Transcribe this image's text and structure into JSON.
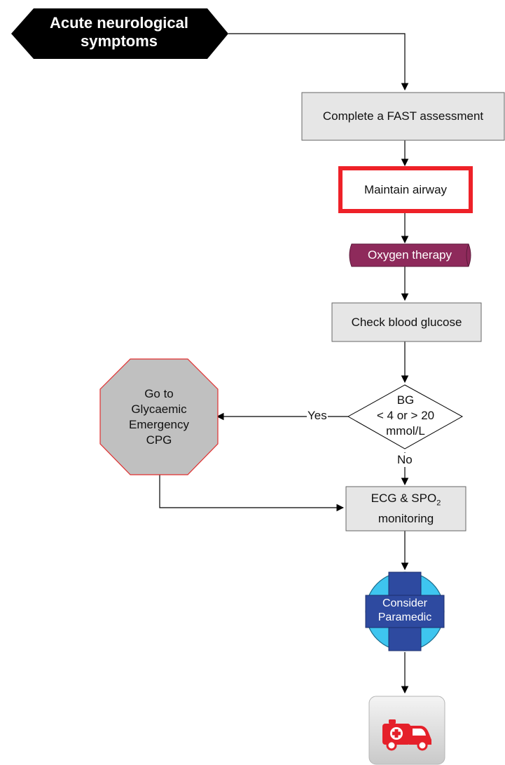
{
  "start": {
    "line1": "Acute neurological",
    "line2": "symptoms"
  },
  "steps": {
    "fast": "Complete a FAST assessment",
    "airway": "Maintain airway",
    "oxygen": "Oxygen therapy",
    "glucose": "Check blood glucose",
    "ecg_prefix": "ECG & SPO",
    "ecg_sub": "2",
    "ecg_line2": "monitoring"
  },
  "decision": {
    "line1": "BG",
    "line2": "< 4 or > 20",
    "line3": "mmol/L"
  },
  "edges": {
    "yes": "Yes",
    "no": "No"
  },
  "glycaemic": {
    "line1": "Go to",
    "line2": "Glycaemic",
    "line3": "Emergency",
    "line4": "CPG"
  },
  "paramedic": {
    "line1": "Consider",
    "line2": "Paramedic"
  },
  "icons": {
    "end": "ambulance-icon"
  },
  "colors": {
    "start_fill": "#000000",
    "box_fill": "#e6e6e6",
    "airway_border": "#ee2128",
    "oxygen_fill": "#8e2a5b",
    "octagon_fill": "#c0c0c0",
    "octagon_border": "#e02d2d",
    "paramedic_circle": "#3ec5ef",
    "paramedic_cross": "#2e4aa0",
    "ambulance_red": "#e5202a"
  }
}
